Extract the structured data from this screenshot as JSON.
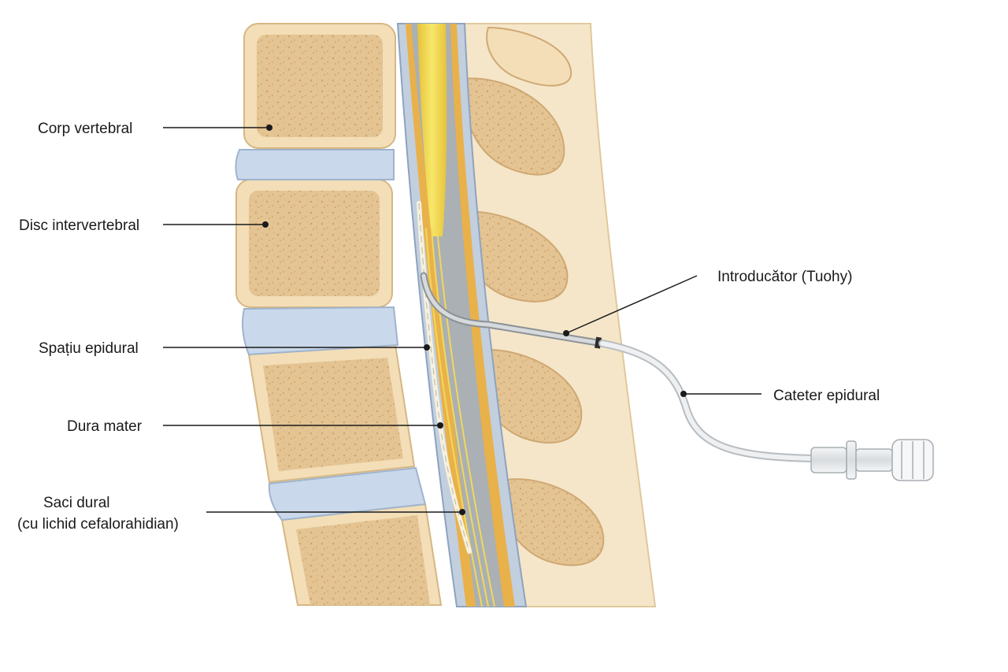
{
  "labels": {
    "vertebral_body": "Corp vertebral",
    "intervertebral_disc": "Disc intervertebral",
    "epidural_space": "Spațiu epidural",
    "dura_mater": "Dura mater",
    "dural_sac_line1": "Saci dural",
    "dural_sac_line2": "(cu lichid cefalorahidian)",
    "introducer": "Introducător (Tuohy)",
    "epidural_catheter": "Cateter epidural"
  },
  "colors": {
    "bone": "#f1dcb3",
    "bone_inner": "#e2c290",
    "disc": "#c7d6e8",
    "spinal_cord": "#f3df53",
    "epidural_fat": "#e8ad3a",
    "dura": "#b9c6d6",
    "skin": "#f4e3c3",
    "needle": "#b8bcc0",
    "catheter": "#d9dcdf",
    "leader_line": "#1a1a1a"
  }
}
